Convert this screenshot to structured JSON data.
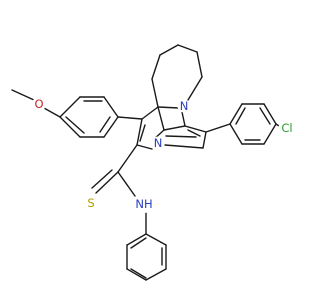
{
  "molecule": {
    "atoms": [
      {
        "id": "O1",
        "label": "O",
        "color": "#cc2222"
      },
      {
        "id": "N1",
        "label": "N",
        "color": "#2a3fbf"
      },
      {
        "id": "N2",
        "label": "N",
        "color": "#2a3fbf"
      },
      {
        "id": "NH",
        "label": "NH",
        "color": "#2a3fbf"
      },
      {
        "id": "S1",
        "label": "S",
        "color": "#b59a00"
      },
      {
        "id": "Cl1",
        "label": "Cl",
        "color": "#2f9e2f"
      }
    ],
    "bond_color": "#1a1a1a"
  }
}
